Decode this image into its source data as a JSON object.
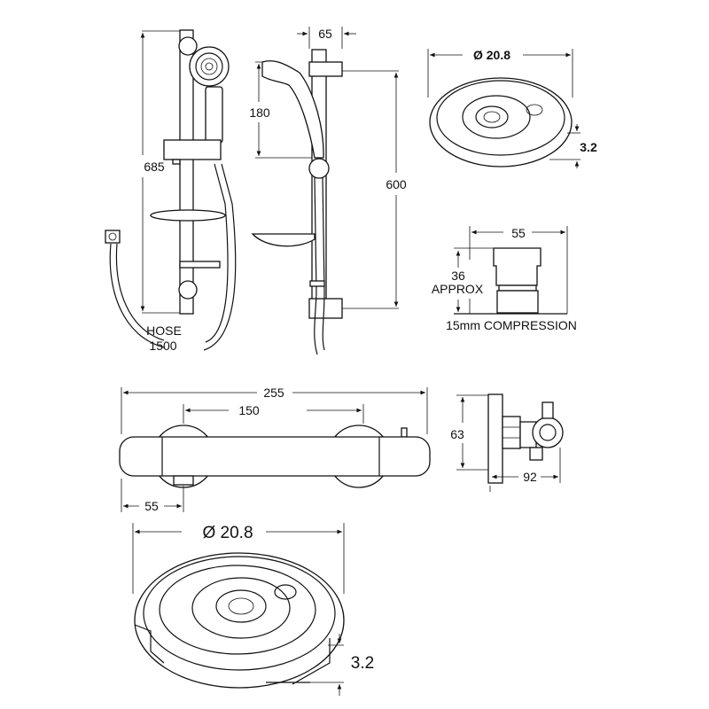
{
  "shower_kit": {
    "rail_height": "685",
    "rail_centres": "600",
    "handset_length": "180",
    "projection": "65",
    "hose_label": "HOSE",
    "hose_length": "1500"
  },
  "disc_small": {
    "diameter": "Ø 20.8",
    "thickness": "3.2"
  },
  "compression": {
    "width": "55",
    "height": "36",
    "approx": "APPROX",
    "caption": "15mm COMPRESSION"
  },
  "bar_valve": {
    "overall_length": "255",
    "inlet_centres": "150",
    "inlet_offset": "55"
  },
  "valve_side": {
    "height": "63",
    "depth": "92"
  },
  "disc_large": {
    "diameter": "Ø 20.8",
    "thickness": "3.2"
  }
}
